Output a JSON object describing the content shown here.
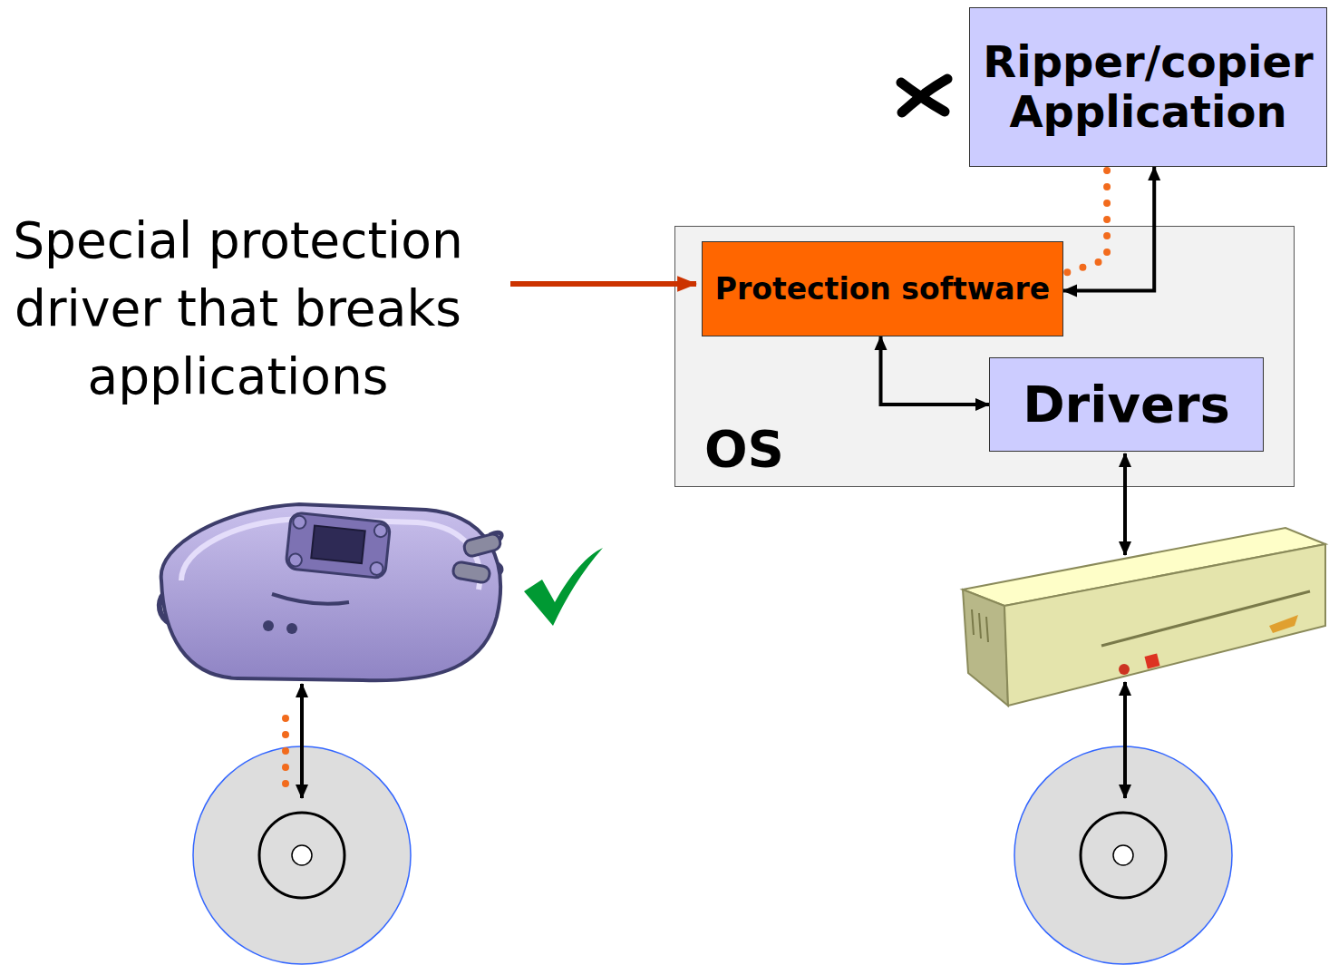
{
  "diagram": {
    "nodes": [
      {
        "text": [
          "Ripper/copier Application"
        ]
      },
      {
        "text": [
          "OS"
        ]
      },
      {
        "text": [
          "Protection software"
        ],
        "in": 1
      },
      {
        "text": [
          "Drivers"
        ],
        "in": 1
      }
    ],
    "edges": [
      {
        "from": 2,
        "to": 0,
        "arrow": "both"
      },
      {
        "from": 2,
        "to": 3,
        "arrow": "both"
      },
      {
        "from": 0,
        "to": 2,
        "arrow": "none"
      }
    ],
    "labels": [
      "Special protection driver that breaks applications"
    ]
  }
}
